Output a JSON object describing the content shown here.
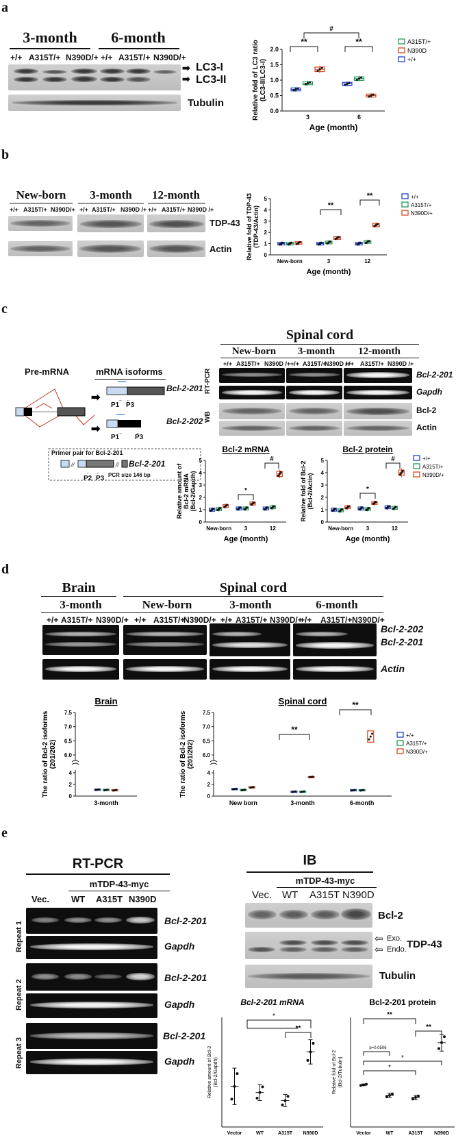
{
  "panel_a": {
    "letter": "a",
    "group_labels": [
      "3-month",
      "6-month"
    ],
    "lanes": [
      "+/+",
      "A315T/+",
      "N390D/+",
      "+/+",
      "A315T/+",
      "N390D/+"
    ],
    "band_labels": [
      "LC3-I",
      "LC3-II",
      "Tubulin"
    ],
    "arrow": "➡"
  },
  "panel_b": {
    "letter": "b",
    "group_labels": [
      "New-born",
      "3-month",
      "12-month"
    ],
    "lanes": [
      "+/+",
      "A315T/+",
      "N390D/+",
      "+/+",
      "A315T/+",
      "N390D /+",
      "+/+",
      "A315T/+",
      "N390D /+"
    ],
    "band_labels": [
      "TDP-43",
      "Actin"
    ]
  },
  "panel_c": {
    "letter": "c",
    "spinal_cord": "Spinal cord",
    "premrna": "Pre-mRNA",
    "mrna_isoforms": "mRNA isoforms",
    "isoform1": "Bcl-2-201",
    "isoform2": "Bcl-2-202",
    "primers": [
      "P1",
      "P3",
      "P1",
      "P3",
      "P2",
      "P3"
    ],
    "primer_box_title": "Primer pair for Bcl-2-201",
    "pcr_size": "PCR size 146 bp",
    "group_labels": [
      "New-born",
      "3-month",
      "12-month"
    ],
    "lanes": [
      "+/+",
      "A315T/+",
      "N390D /+",
      "+/+",
      "A315T/+",
      "N390D /+",
      "+/+",
      "A315T/+",
      "N390D /+"
    ],
    "row_groups": [
      "RT-PCR",
      "WB"
    ],
    "band_labels": [
      "Bcl-2-201",
      "Gapdh",
      "Bcl-2",
      "Actin"
    ]
  },
  "panel_d": {
    "letter": "d",
    "brain": "Brain",
    "spinal_cord": "Spinal cord",
    "group_labels": [
      "3-month",
      "New-born",
      "3-month",
      "6-month"
    ],
    "lanes": [
      "+/+",
      "A315T/+",
      "N390D/+",
      "+/+",
      "A315T/+",
      "N390D/+",
      "+/+",
      "A315T/+",
      "N390D/+",
      "+/+",
      "A315T/+",
      "N390D/+"
    ],
    "band_labels": [
      "Bcl-2-202",
      "Bcl-2-201",
      "Actin"
    ]
  },
  "panel_e": {
    "letter": "e",
    "rtpcr_title": "RT-PCR",
    "ib_title": "IB",
    "construct": "mTDP-43-myc",
    "lanes": [
      "Vec.",
      "WT",
      "A315T",
      "N390D"
    ],
    "repeats": [
      "Repeat 1",
      "Repeat 2",
      "Repeat 3"
    ],
    "band_labels_rt": [
      "Bcl-2-201",
      "Gapdh"
    ],
    "band_labels_ib": [
      "Bcl-2",
      "TDP-43",
      "Tubulin"
    ],
    "exo": "Exo.",
    "endo": "Endo."
  },
  "chart_data": [
    {
      "id": "a",
      "type": "box",
      "ylabel": "Relative fold of LC3 ratio (LC3-II/LC3-I)",
      "xlabel": "Age (month)",
      "categories": [
        "3",
        "6"
      ],
      "ylim": [
        0,
        2.0
      ],
      "yticks": [
        "0.0",
        "0.5",
        "1.0",
        "1.5",
        "2.0"
      ],
      "legend": [
        "A315T/+",
        "N390D",
        "+/+"
      ],
      "colors": {
        "wt": "#1f3fcf",
        "a315t": "#1e9a55",
        "n390d": "#d9461c"
      },
      "series": [
        {
          "name": "+/+",
          "values": [
            0.7,
            0.88
          ]
        },
        {
          "name": "A315T/+",
          "values": [
            0.9,
            1.05
          ]
        },
        {
          "name": "N390D",
          "values": [
            1.35,
            0.5
          ]
        }
      ],
      "annotations": [
        "**",
        "**",
        "#"
      ]
    },
    {
      "id": "b",
      "type": "box",
      "ylabel": "Relative fold of TDP-43 (TDP-43/Actin)",
      "xlabel": "Age (month)",
      "categories": [
        "New-born",
        "3",
        "12"
      ],
      "ylim": [
        0,
        5
      ],
      "yticks": [
        "0",
        "1",
        "2",
        "3",
        "4",
        "5"
      ],
      "legend": [
        "+/+",
        "A315T/+",
        "N390D/+"
      ],
      "series": [
        {
          "name": "+/+",
          "values": [
            1.0,
            1.0,
            1.0
          ]
        },
        {
          "name": "A315T/+",
          "values": [
            1.0,
            1.1,
            1.15
          ]
        },
        {
          "name": "N390D/+",
          "values": [
            1.05,
            1.5,
            2.65
          ]
        }
      ],
      "annotations": [
        "**",
        "**"
      ]
    },
    {
      "id": "c1",
      "type": "box",
      "title": "Bcl-2 mRNA",
      "ylabel": "Relative amount of Bcl-2 mRNA (Bcl-2/Gapdh)",
      "xlabel": "Age (month)",
      "categories": [
        "New-born",
        "3",
        "12"
      ],
      "ylim": [
        0,
        5
      ],
      "yticks": [
        "0",
        "1",
        "2",
        "3",
        "4",
        "5"
      ],
      "series": [
        {
          "name": "+/+",
          "values": [
            1.0,
            1.1,
            1.1
          ]
        },
        {
          "name": "A315T/+",
          "values": [
            1.05,
            1.1,
            1.2
          ]
        },
        {
          "name": "N390D/+",
          "values": [
            1.3,
            1.5,
            3.9
          ]
        }
      ],
      "annotations": [
        "*",
        "#"
      ]
    },
    {
      "id": "c2",
      "type": "box",
      "title": "Bcl-2 protein",
      "ylabel": "Relative fold of Bcl-2 (Bcl-2/Actin)",
      "xlabel": "Age (month)",
      "categories": [
        "New-born",
        "3",
        "12"
      ],
      "ylim": [
        0,
        5
      ],
      "yticks": [
        "0",
        "1",
        "2",
        "3",
        "4",
        "5"
      ],
      "legend": [
        "+/+",
        "A315T/+",
        "N390D/+"
      ],
      "series": [
        {
          "name": "+/+",
          "values": [
            1.0,
            1.1,
            1.2
          ]
        },
        {
          "name": "A315T/+",
          "values": [
            0.95,
            1.05,
            1.15
          ]
        },
        {
          "name": "N390D/+",
          "values": [
            1.2,
            1.55,
            4.0
          ]
        }
      ],
      "annotations": [
        "*",
        "#"
      ]
    },
    {
      "id": "d1",
      "type": "box",
      "title": "Brain",
      "ylabel": "The ratio of Bcl-2 isoforms (201/202)",
      "categories": [
        "3-month"
      ],
      "yticks": [
        "0",
        "2",
        "4",
        "6.0",
        "6.5",
        "7.0",
        "7.5"
      ],
      "series": [
        {
          "name": "+/+",
          "values": [
            1.1
          ]
        },
        {
          "name": "A315T/+",
          "values": [
            1.05
          ]
        },
        {
          "name": "N390D/+",
          "values": [
            1.0
          ]
        }
      ]
    },
    {
      "id": "d2",
      "type": "box",
      "title": "Spinal cord",
      "ylabel": "The ratio of Bcl-2 isoforms (201/202)",
      "categories": [
        "New born",
        "3-month",
        "6-month"
      ],
      "yticks": [
        "0",
        "2",
        "4",
        "6.0",
        "6.5",
        "7.0",
        "7.5"
      ],
      "legend": [
        "+/+",
        "A315T/+",
        "N390D/+"
      ],
      "series": [
        {
          "name": "+/+",
          "values": [
            1.2,
            0.75,
            1.0
          ]
        },
        {
          "name": "A315T/+",
          "values": [
            1.05,
            0.75,
            1.0
          ]
        },
        {
          "name": "N390D/+",
          "values": [
            1.5,
            3.3,
            6.65
          ]
        }
      ],
      "annotations": [
        "**",
        "**"
      ]
    },
    {
      "id": "e1",
      "type": "scatter",
      "title": "Bcl-2-201 mRNA",
      "ylabel": "Relative amount of Bcl-2 (Bcl-2/Gapdh)",
      "categories": [
        "Vector",
        "WT",
        "A315T",
        "N390D"
      ],
      "values": [
        1.0,
        0.85,
        0.65,
        1.85
      ],
      "annotations": [
        "*",
        "**"
      ]
    },
    {
      "id": "e2",
      "type": "scatter",
      "title": "Bcl-2-201 protein",
      "ylabel": "Relative fold of Bcl-2 (Bcl-2/Tubulin)",
      "categories": [
        "Vector",
        "WT",
        "A315T",
        "N390D"
      ],
      "values": [
        1.0,
        0.75,
        0.7,
        2.0
      ],
      "annotations": [
        "p=0.0506",
        "*",
        "*",
        "**"
      ]
    }
  ]
}
